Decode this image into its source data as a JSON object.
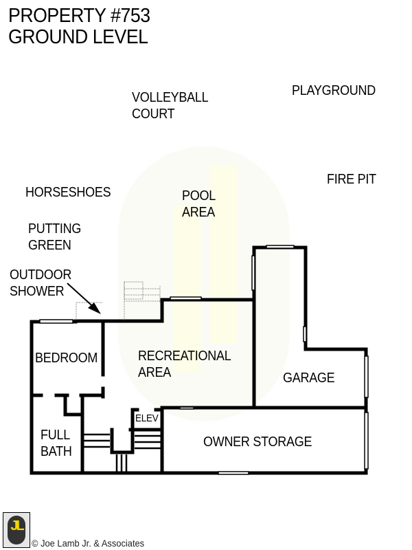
{
  "title": {
    "line1": "PROPERTY #753",
    "line2": "GROUND LEVEL"
  },
  "outdoor_labels": {
    "volleyball": [
      "VOLLEYBALL",
      "COURT"
    ],
    "playground": "PLAYGROUND",
    "horseshoes": "HORSESHOES",
    "fire_pit": "FIRE PIT",
    "pool": [
      "POOL",
      "AREA"
    ],
    "putting_green": [
      "PUTTING",
      "GREEN"
    ],
    "outdoor_shower": [
      "OUTDOOR",
      "SHOWER"
    ]
  },
  "rooms": {
    "bedroom": "BEDROOM",
    "recreational": [
      "RECREATIONAL",
      "AREA"
    ],
    "garage": "GARAGE",
    "full_bath": [
      "FULL",
      "BATH"
    ],
    "elevator": "ELEV",
    "owner_storage": "OWNER STORAGE"
  },
  "footer": {
    "logo_text": "JL",
    "copyright": "© Joe Lamb Jr. & Associates"
  },
  "colors": {
    "wall": "#000000",
    "watermark": "#fdfde8",
    "logo_yellow": "#f2d600"
  }
}
